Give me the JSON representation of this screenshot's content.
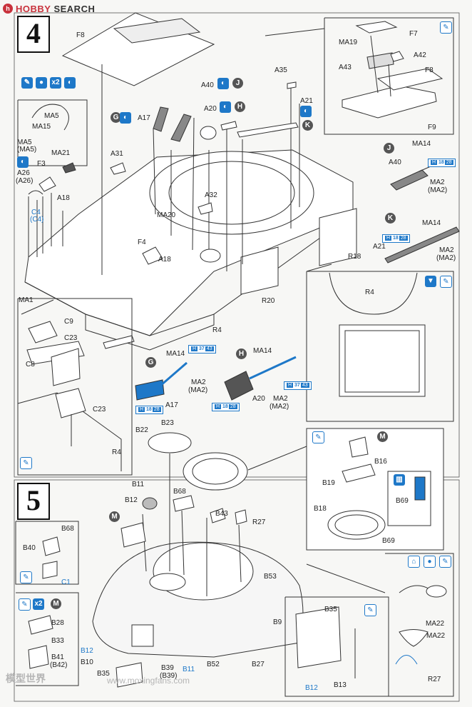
{
  "brand": {
    "logo_letter": "h",
    "name": "HOBBY",
    "sub": "SEARCH"
  },
  "steps": [
    {
      "number": "4"
    },
    {
      "number": "5"
    }
  ],
  "markers": {
    "G": "G",
    "H": "H",
    "J": "J",
    "K": "K",
    "M": "M",
    "x2": "x2"
  },
  "step4": {
    "inset_top_right": [
      "F7",
      "MA19",
      "A42",
      "A43",
      "F8",
      "F9"
    ],
    "hull_top": [
      "F8",
      "A35",
      "A40",
      "A20",
      "A21",
      "A17",
      "A31",
      "A32",
      "MA20",
      "F4",
      "A18",
      "R18",
      "R20",
      "R4",
      "MA1"
    ],
    "inset_left": [
      "MA5",
      "MA15",
      "MA5",
      "(MA5)",
      "A26",
      "(A26)",
      "MA21",
      "F3",
      "A18",
      "C4",
      "(C4)",
      "MA1"
    ],
    "J_sub": [
      "MA14",
      "A40",
      "MA2",
      "(MA2)"
    ],
    "K_sub": [
      "MA14",
      "A21",
      "MA2",
      "(MA2)"
    ],
    "interior_inset": [
      "R4"
    ],
    "C_inset": [
      "C9",
      "C23",
      "C8",
      "C23",
      "R4"
    ],
    "G_assembly": [
      "MA14",
      "MA2",
      "(MA2)",
      "A17"
    ],
    "H_assembly": [
      "MA14",
      "A20",
      "MA2",
      "(MA2)"
    ]
  },
  "hbox": {
    "prefix": "H",
    "a": "37",
    "a_val": "43",
    "b": "18",
    "b_val": "28"
  },
  "step5": {
    "top": [
      "B22",
      "B23"
    ],
    "M_inset": [
      "B16",
      "B19",
      "B18",
      "B69",
      "B69"
    ],
    "turret": [
      "B11",
      "B12",
      "B68",
      "B43",
      "R27",
      "B53",
      "B9",
      "B27",
      "B52",
      "B11",
      "B39",
      "(B39)",
      "B35",
      "B10",
      "B12"
    ],
    "B68_inset": [
      "B68",
      "B40",
      "C1"
    ],
    "B28_inset": [
      "B28",
      "B33",
      "B41",
      "(B42)"
    ],
    "MA22_inset": [
      "MA22",
      "MA22",
      "R27"
    ],
    "bottom_inset": [
      "B35",
      "B12",
      "B13"
    ]
  },
  "watermark": {
    "text": "模型世界",
    "url": "www.moxingfans.com"
  },
  "colors": {
    "accent_blue": "#1e78c8",
    "brand_red": "#c8323c",
    "marker_grey": "#555555"
  }
}
